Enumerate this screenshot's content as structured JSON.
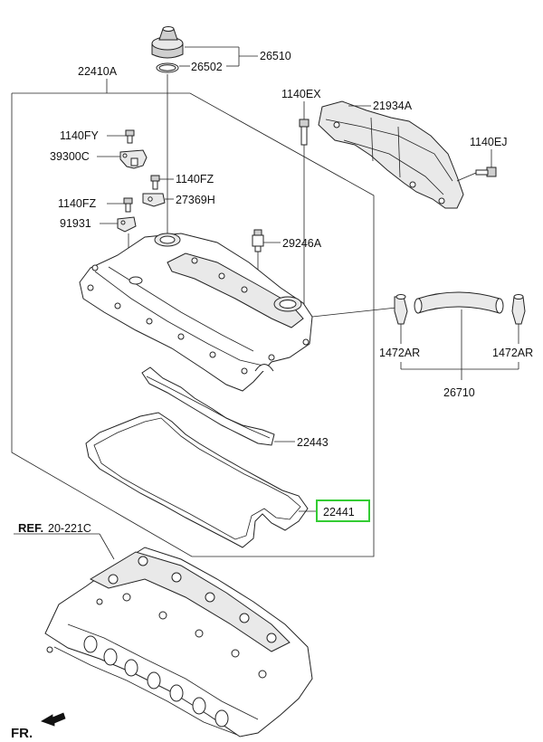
{
  "labels": {
    "cap": "26510",
    "oring": "26502",
    "cover_assy": "22410A",
    "bolt_ex": "1140EX",
    "heat_shield": "21934A",
    "bolt_ej": "1140EJ",
    "bolt_fy": "1140FY",
    "sensor": "39300C",
    "bolt_fz1": "1140FZ",
    "bracket": "27369H",
    "bolt_fz2": "1140FZ",
    "clip": "91931",
    "pcv_valve": "29246A",
    "hose_clamp_l": "1472AR",
    "hose_clamp_r": "1472AR",
    "hose": "26710",
    "gasket_inner": "22443",
    "gasket_outer": "22441",
    "ref_prefix": "REF.",
    "ref_number": "20-221C",
    "front": "FR."
  },
  "colors": {
    "highlight": "#33cc33",
    "line": "#222222"
  },
  "highlighted_part": "22441"
}
